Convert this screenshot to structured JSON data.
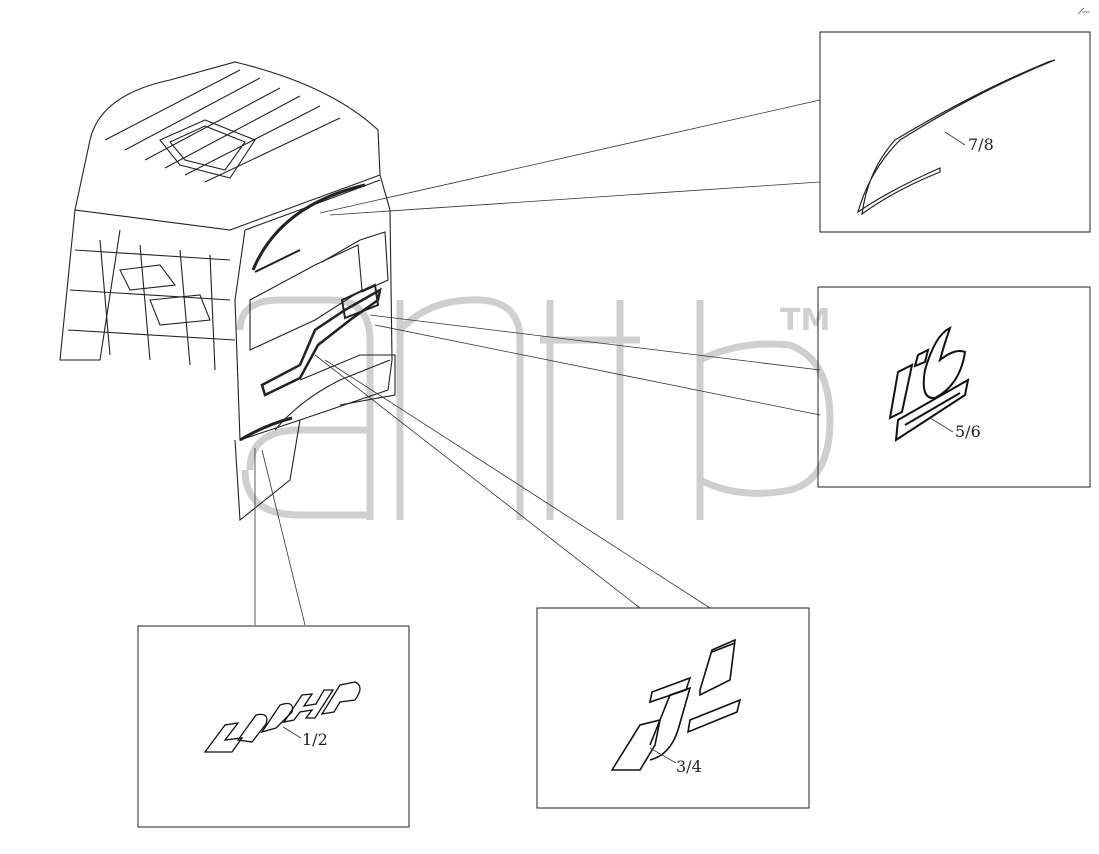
{
  "callouts": [
    {
      "id": "decal-420hp",
      "label": "1/2"
    },
    {
      "id": "decal-j6",
      "label": "3/4"
    },
    {
      "id": "decal-i6",
      "label": "5/6"
    },
    {
      "id": "decal-swoosh",
      "label": "7/8"
    }
  ],
  "watermark": {
    "trademark": "TM"
  },
  "colors": {
    "line": "#222222",
    "watermark": "#c8c8c8",
    "background": "#ffffff"
  }
}
